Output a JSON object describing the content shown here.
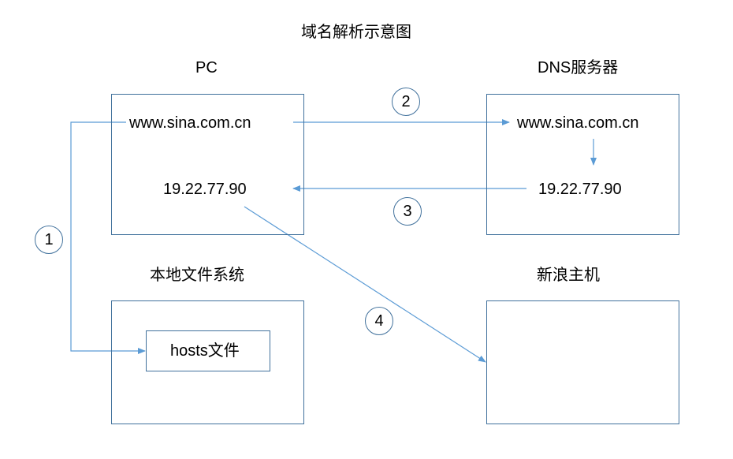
{
  "title": "域名解析示意图",
  "nodes": {
    "pc": {
      "label": "PC",
      "domain": "www.sina.com.cn",
      "ip": "19.22.77.90"
    },
    "dns": {
      "label": "DNS服务器",
      "domain": "www.sina.com.cn",
      "ip": "19.22.77.90"
    },
    "local_fs": {
      "label": "本地文件系统",
      "hosts_file": "hosts文件"
    },
    "sina_host": {
      "label": "新浪主机"
    }
  },
  "steps": [
    "1",
    "2",
    "3",
    "4"
  ],
  "colors": {
    "line": "#5B9BD5",
    "border": "#41719C"
  }
}
